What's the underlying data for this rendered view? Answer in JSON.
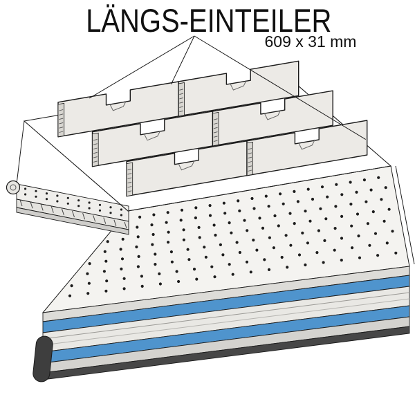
{
  "page": {
    "title": "LÄNGS-EINTEILER",
    "subtitle": "609 x 31 mm"
  },
  "colors": {
    "accent_blue": "#4f94cd",
    "line": "#1b1b1b",
    "wall_fill": "#eceae6",
    "wall_end_fill": "#d8d6d1",
    "floor_fill": "#f4f3f0",
    "background": "#ffffff"
  },
  "diagram": {
    "divider_rows": 3,
    "dividers_per_row": 2,
    "subject": "drawer with longitudinal divider walls on perforated base"
  }
}
